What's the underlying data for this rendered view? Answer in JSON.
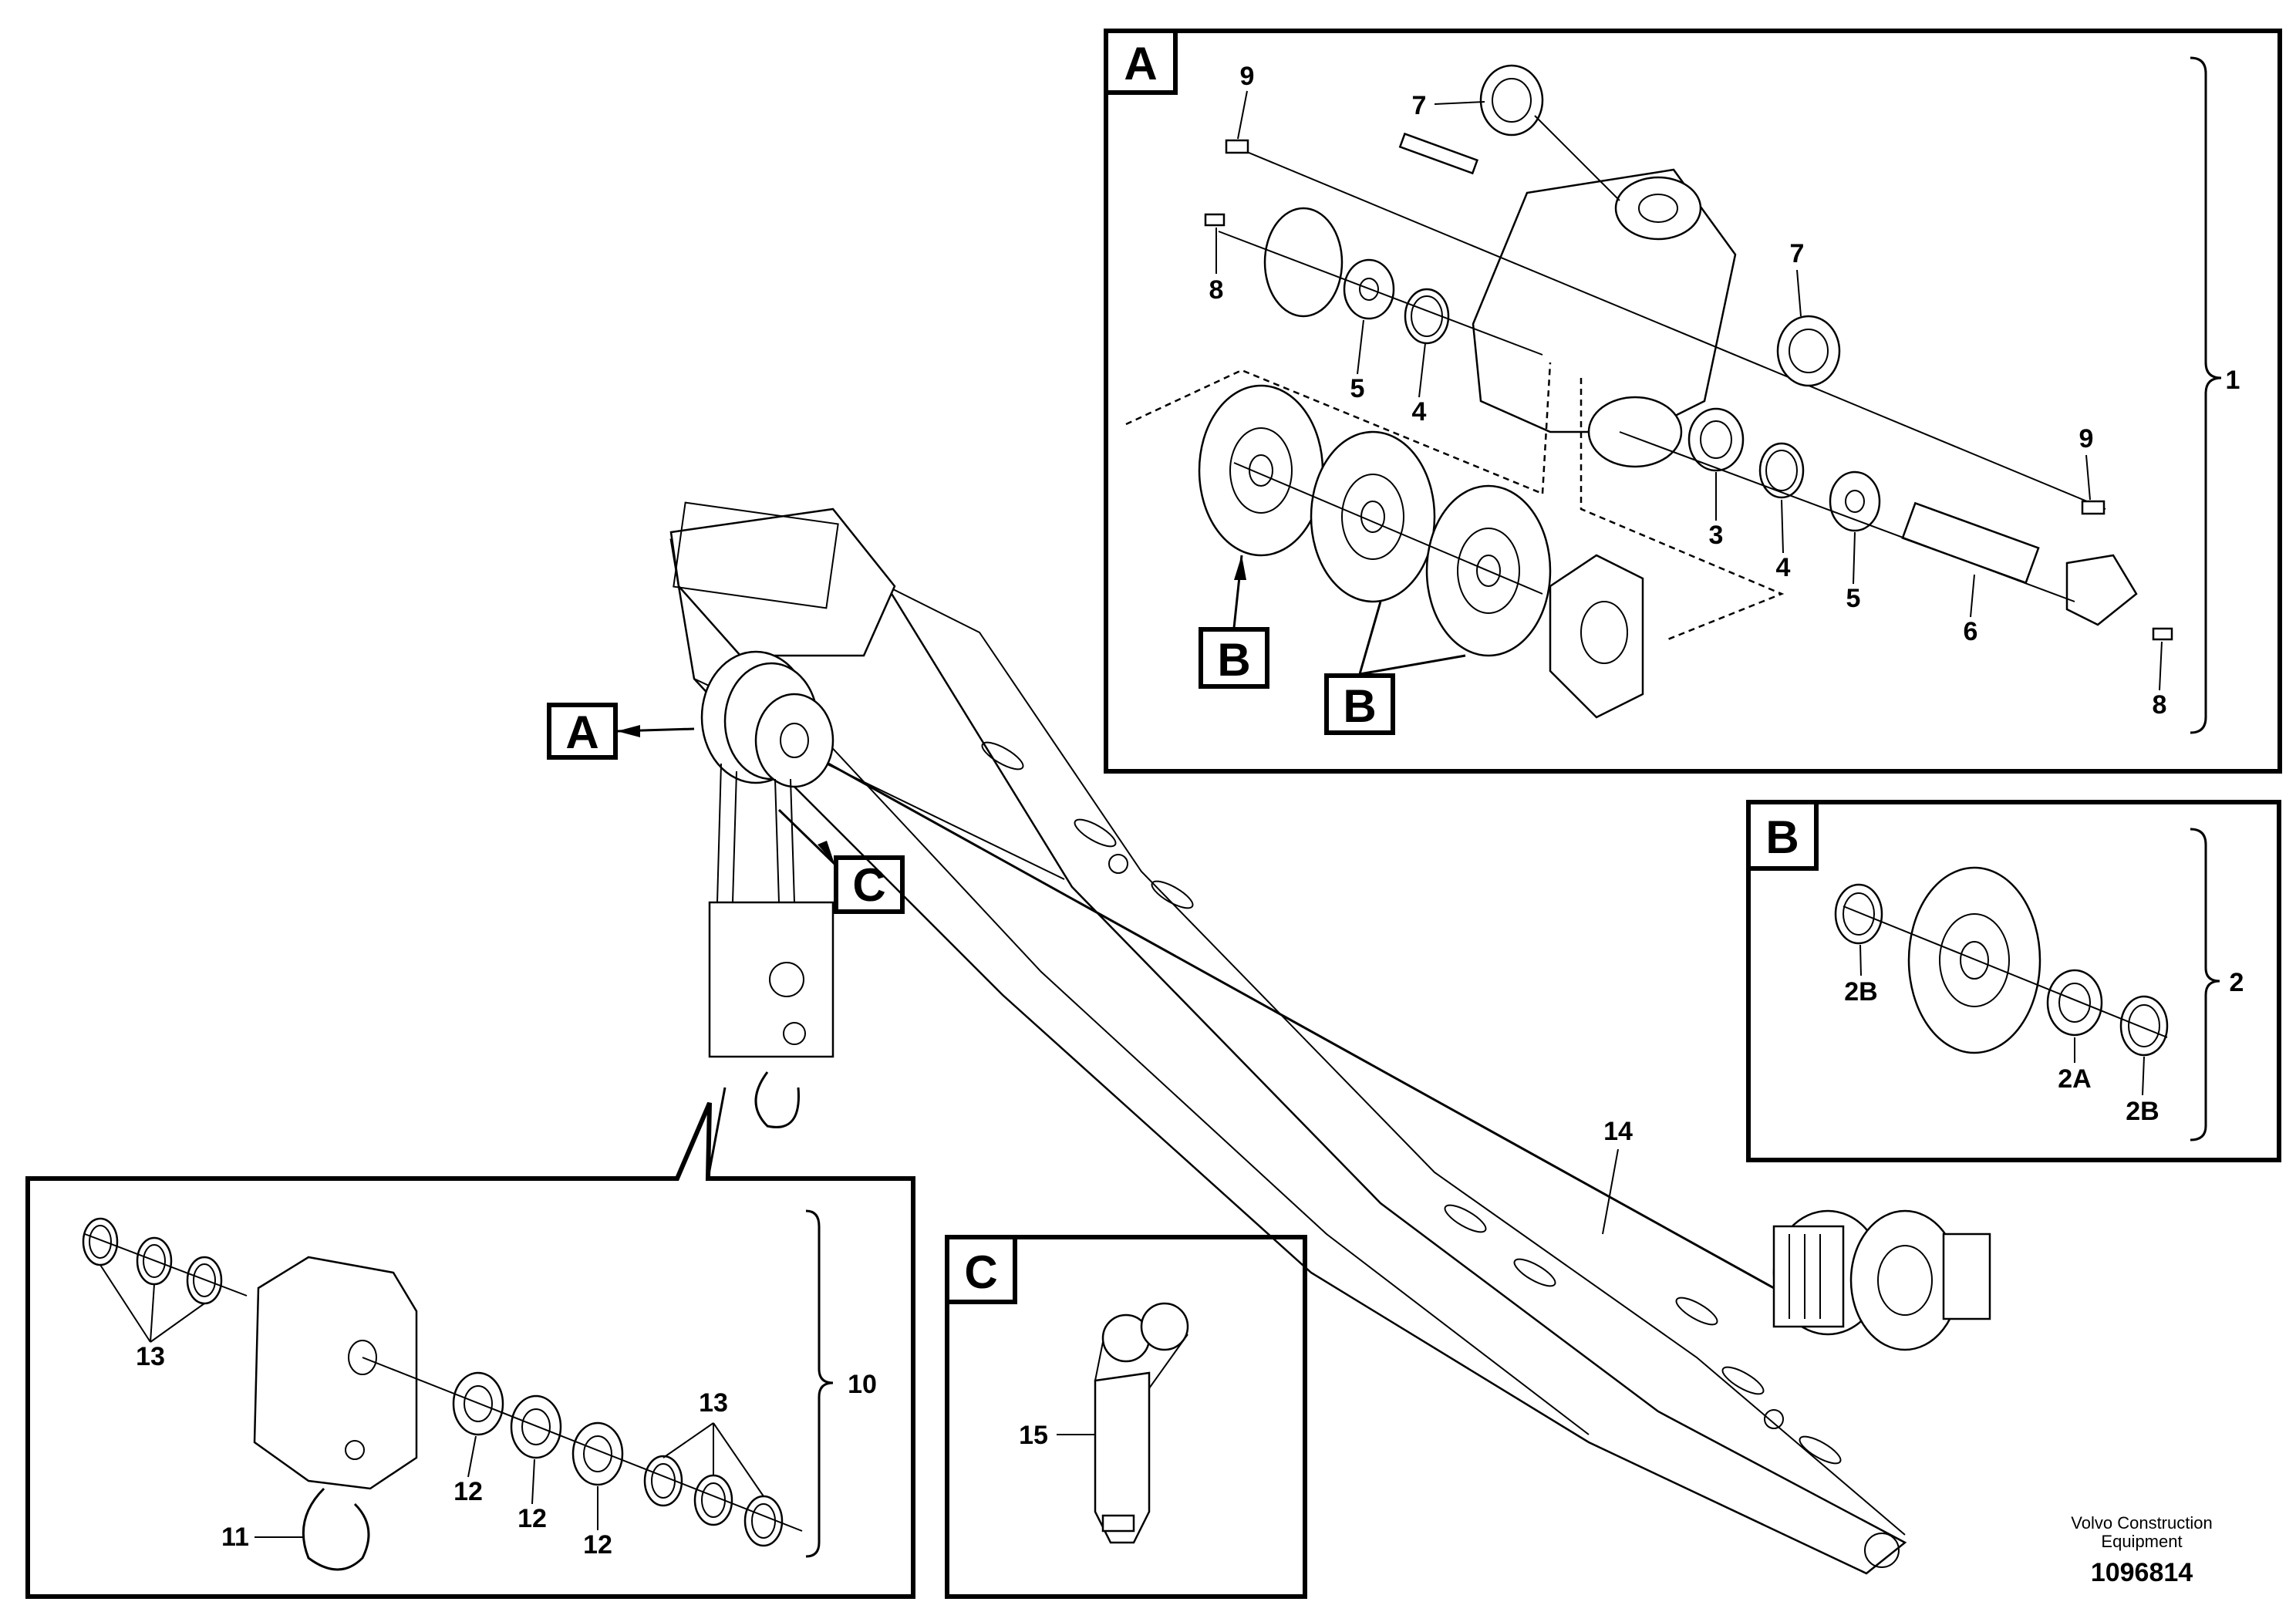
{
  "detail_boxes": {
    "A": "A",
    "B": "B",
    "C": "C"
  },
  "callouts": {
    "A_ref_main": "A",
    "C_ref_main": "C",
    "B_ref_1": "B",
    "B_ref_2": "B",
    "n1": "1",
    "n2": "2",
    "n2A": "2A",
    "n2B_a": "2B",
    "n2B_b": "2B",
    "n3": "3",
    "n4_a": "4",
    "n4_b": "4",
    "n5_a": "5",
    "n5_b": "5",
    "n6": "6",
    "n7_a": "7",
    "n7_b": "7",
    "n8_a": "8",
    "n8_b": "8",
    "n9_a": "9",
    "n9_b": "9",
    "n10": "10",
    "n11": "11",
    "n12_a": "12",
    "n12_b": "12",
    "n12_c": "12",
    "n13_a": "13",
    "n13_b": "13",
    "n14": "14",
    "n15": "15"
  },
  "footer": {
    "brand_line1": "Volvo Construction",
    "brand_line2": "Equipment",
    "drawing_number": "1096814"
  }
}
